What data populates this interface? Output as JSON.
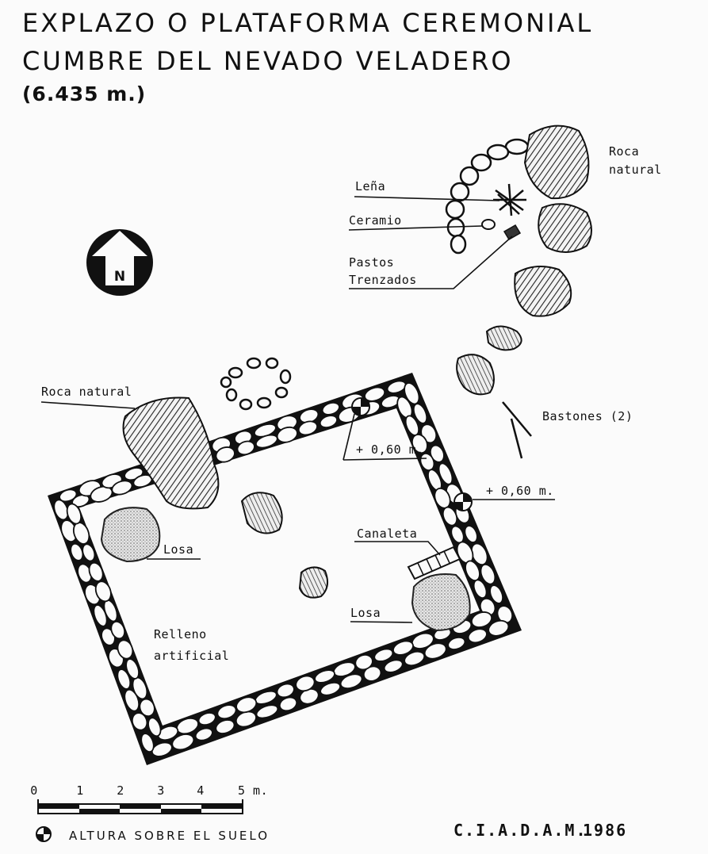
{
  "title": {
    "line1": "EXPLAZO O PLATAFORMA CEREMONIAL",
    "line2": "CUMBRE DEL NEVADO VELADERO",
    "altitude": "(6.435 m.)"
  },
  "north_arrow": {
    "letter": "N"
  },
  "labels": {
    "roca_natural_ne_1": "Roca",
    "roca_natural_ne_2": "natural",
    "lena": "Leña",
    "ceramio": "Ceramio",
    "pastos_1": "Pastos",
    "pastos_2": "Trenzados",
    "roca_natural_w": "Roca natural",
    "bastones": "Bastones (2)",
    "altura_1": "+ 0,60 m.",
    "altura_2": "+ 0,60 m.",
    "losa_w": "Losa",
    "canaleta": "Canaleta",
    "losa_e": "Losa",
    "relleno_1": "Relleno",
    "relleno_2": "artificial"
  },
  "scale": {
    "ticks": [
      "0",
      "1",
      "2",
      "3",
      "4",
      "5 m."
    ],
    "legend": "ALTURA SOBRE EL SUELO"
  },
  "credit": {
    "author": "C.I.A.D.A.M.",
    "year": "1986"
  }
}
